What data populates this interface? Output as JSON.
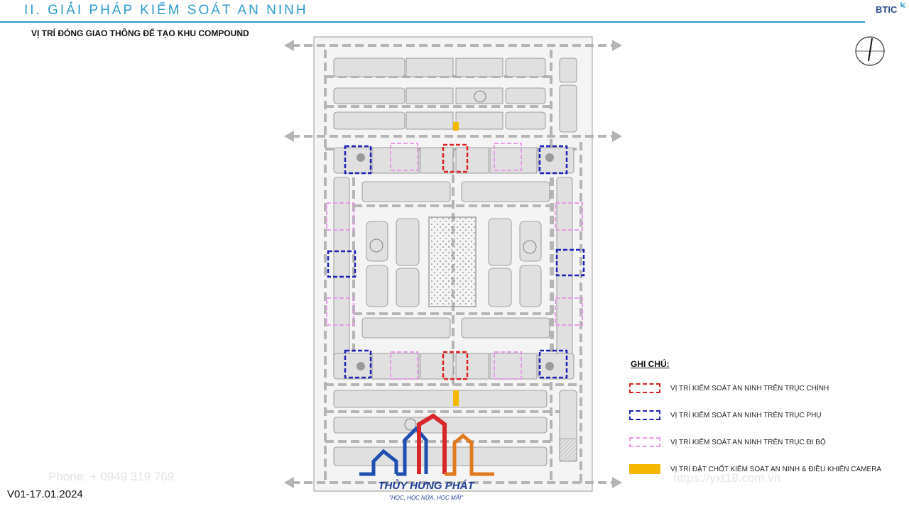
{
  "header": {
    "title": "II. GIẢI PHÁP KIỂM SOÁT AN NINH",
    "logo_text": "BTIC"
  },
  "subtitle": "VỊ TRÍ ĐÓNG GIAO THÔNG ĐỂ TẠO KHU COMPOUND",
  "legend": {
    "title": "GHI CHÚ:",
    "items": [
      {
        "label": "VỊ TRÍ KIỂM SOÁT AN NINH TRÊN TRỤC CHÍNH",
        "color": "#dd2222",
        "style": "dashed"
      },
      {
        "label": "VỊ TRÍ KIỂM SOÁT AN NINH TRÊN TRỤC PHỤ",
        "color": "#1c22b8",
        "style": "dashed"
      },
      {
        "label": "VỊ TRÍ KIỂM SOÁT AN NINH TRÊN TRỤC ĐI BỘ",
        "color": "#e89be8",
        "style": "dashed"
      },
      {
        "label": "VỊ TRÍ ĐẶT CHỐT KIỂM SOÁT AN NINH & ĐIỀU KHIỂN CAMERA",
        "color": "#f5b800",
        "style": "solid"
      }
    ]
  },
  "version": "V01-17.01.2024",
  "watermark": {
    "phone": "Phone: +  0949 319 769",
    "url": "https://yxt18.com.vn",
    "brand": "THỦY HƯNG PHÁT",
    "slogan": "\"HỌC, HỌC NỮA, HỌC MÃI\""
  }
}
